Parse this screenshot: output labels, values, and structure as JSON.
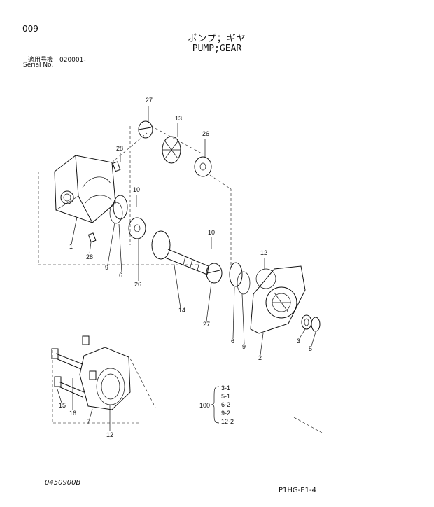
{
  "header": {
    "page_number": "009",
    "title_jp": "ポンプ；ギヤ",
    "title_en": "PUMP;GEAR",
    "serial_jp": "適用号機　020001-",
    "serial_en": "Serial No."
  },
  "callouts": [
    "27",
    "13",
    "26",
    "28",
    "10",
    "1",
    "28",
    "9",
    "6",
    "26",
    "14",
    "10",
    "12",
    "27",
    "6",
    "9",
    "2",
    "3",
    "5",
    "15",
    "16",
    "7",
    "12"
  ],
  "kit": {
    "number": "100",
    "items": [
      "3-1",
      "5-1",
      "6-2",
      "9-2",
      "12-2"
    ]
  },
  "footer": {
    "doc_code": "0450900B",
    "sheet_code": "P1HG-E1-4"
  }
}
